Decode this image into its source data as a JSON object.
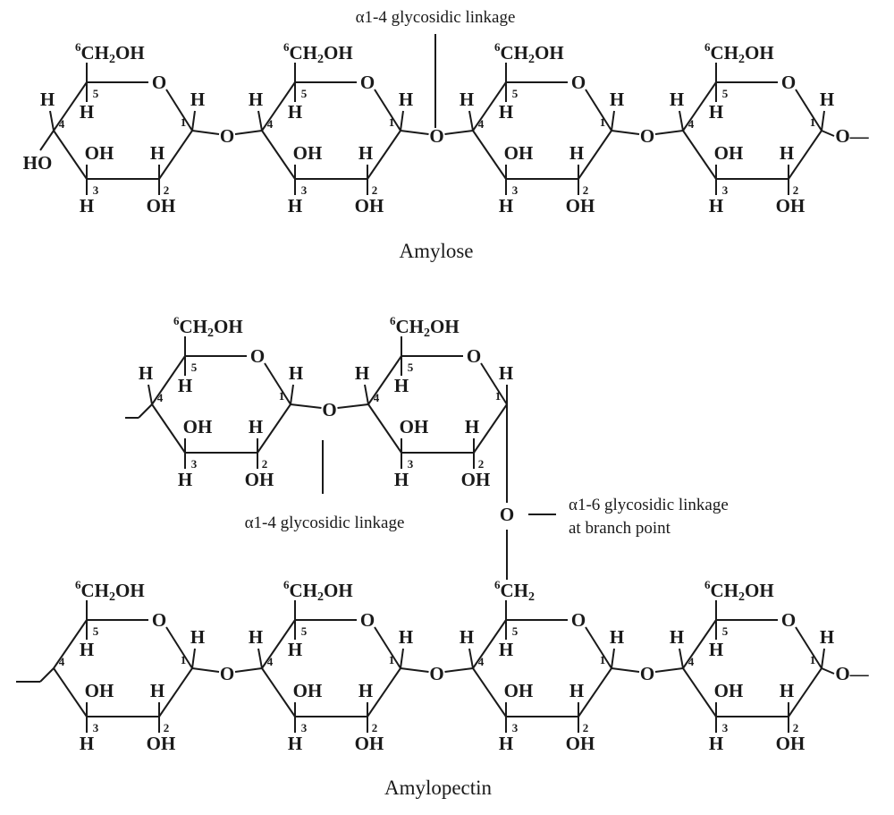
{
  "labels": {
    "amylose": "Amylose",
    "amylopectin": "Amylopectin",
    "linkage_14_top": "α1-4 glycosidic linkage",
    "linkage_14_branch": "α1-4 glycosidic linkage",
    "linkage_16_line1": "α1-6 glycosidic linkage",
    "linkage_16_line2": "at branch point"
  },
  "atoms": {
    "ring_oxygen": "O",
    "bridge_oxygen": "O",
    "hydrogen": "H",
    "hydroxyl": "OH",
    "hydroxyl_left": "HO",
    "ch2oh_prefix": "CH",
    "ch2oh_sub": "2",
    "ch2oh_suffix": "OH",
    "ch2_prefix": "CH",
    "ch2_sub": "2",
    "c6_superscript": "6"
  },
  "carbon_numbers": {
    "c1": "1",
    "c2": "2",
    "c3": "3",
    "c4": "4",
    "c5": "5"
  }
}
